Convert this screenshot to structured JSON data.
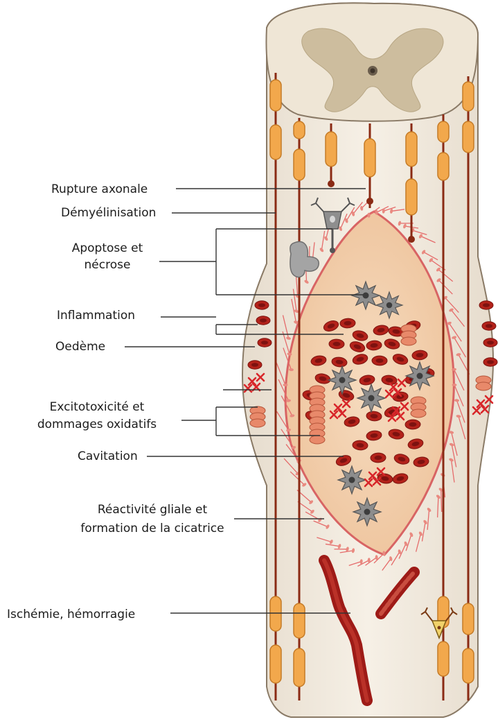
{
  "labels": {
    "rupture_axonale": "Rupture axonale",
    "demyelinisation": "Démyélinisation",
    "apoptose_1": "Apoptose et",
    "apoptose_2": "nécrose",
    "inflammation": "Inflammation",
    "oedeme": "Oedème",
    "excito_1": "Excitotoxicité et",
    "excito_2": "dommages oxidatifs",
    "cavitation": "Cavitation",
    "reactivite_1": "Réactivité gliale et",
    "reactivite_2": "formation de la cicatrice",
    "ischemie": "Ischémie, hémorragie"
  },
  "colors": {
    "cord_fill": "#f1e9dc",
    "cord_outline": "#7a6a58",
    "grey_matter": "#c9b99a",
    "axon": "#8a2a14",
    "myelin": "#f2a84c",
    "myelin_edge": "#c47a26",
    "lesion_fill": "#f3cfaa",
    "scar_net": "#e56b6b",
    "rbc": "#b3221a",
    "rbc_center": "#7d1210",
    "macrophage": "#8d8d8d",
    "x_mark": "#d8262a",
    "leader_line": "#333333"
  },
  "icons": [
    "neuron-icon",
    "macrophage-icon",
    "red-blood-cell-icon",
    "oxidative-mark-icon",
    "blood-vessel-icon",
    "myelin-segment-icon"
  ]
}
